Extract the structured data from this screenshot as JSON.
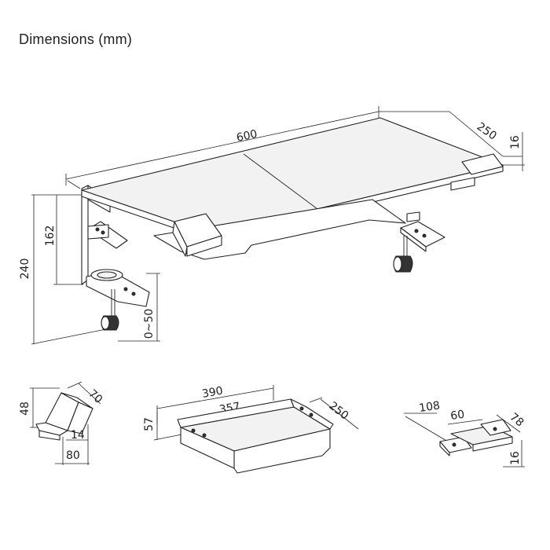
{
  "header": {
    "title": "Dimensions (mm)"
  },
  "main_assembly": {
    "width": "600",
    "depth": "250",
    "thickness": "16",
    "height_total": "240",
    "height_clamp": "162",
    "clamp_range": "0~50"
  },
  "phone_holder": {
    "height": "48",
    "depth": "70",
    "slot": "14",
    "width": "80"
  },
  "keyboard_tray": {
    "outer_width": "390",
    "inner_width": "357",
    "depth": "250",
    "height": "57"
  },
  "small_bracket": {
    "length": "108",
    "width": "60",
    "depth": "78",
    "height": "16"
  }
}
